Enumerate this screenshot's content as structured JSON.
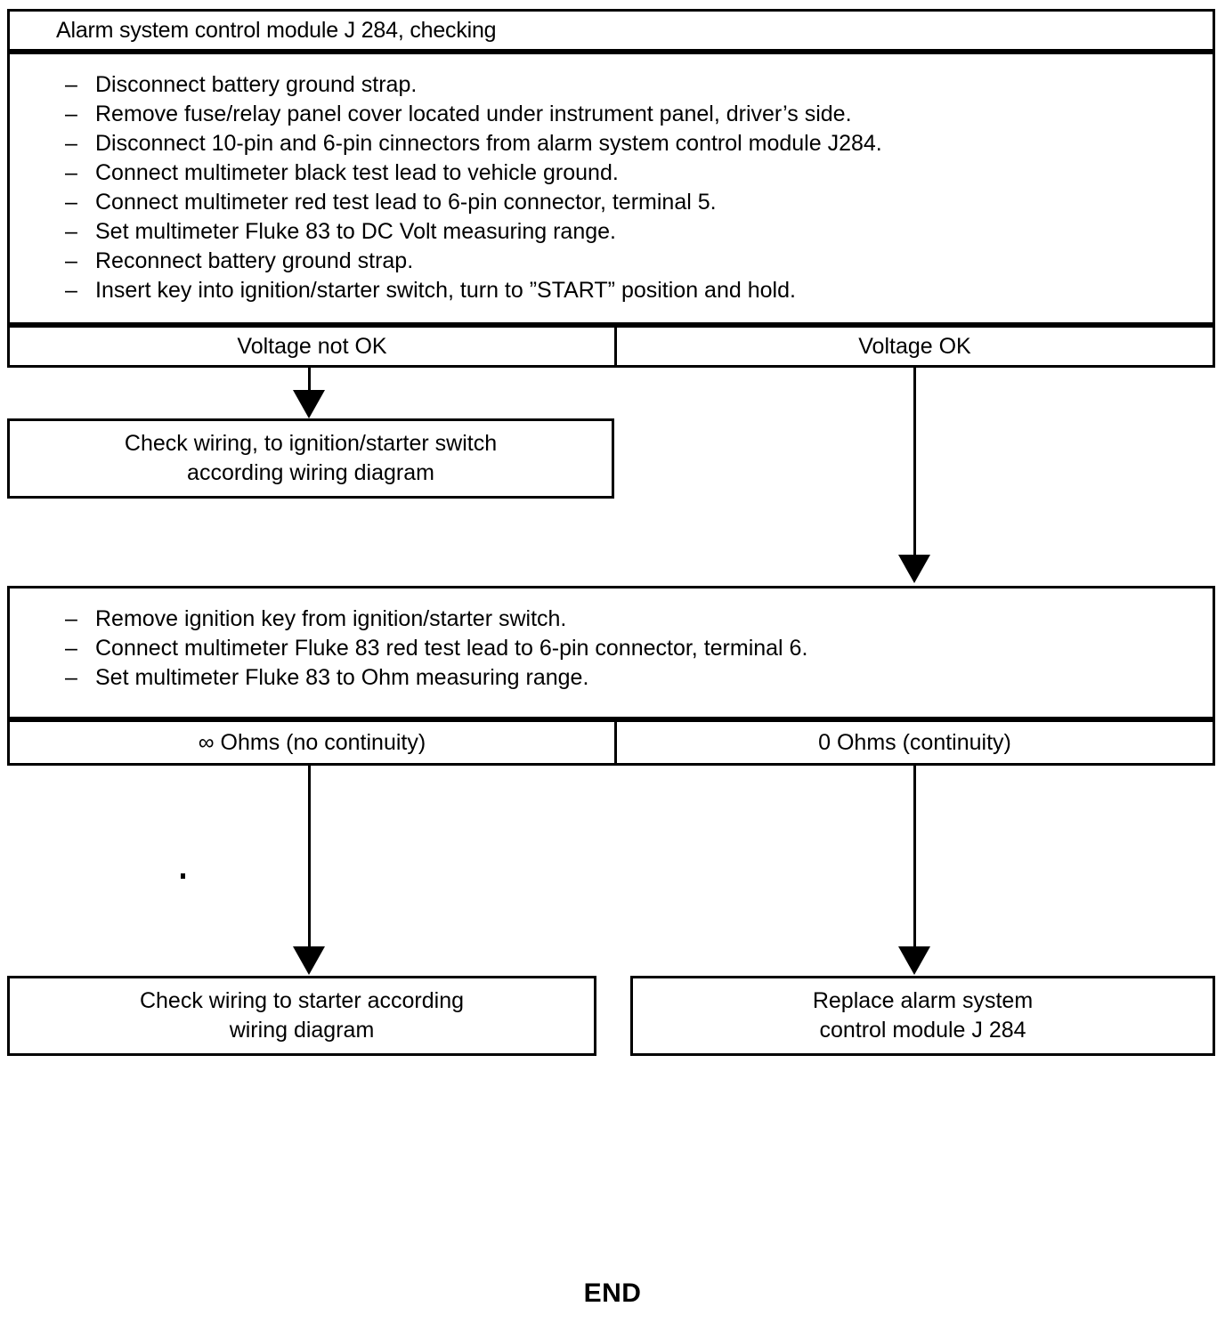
{
  "flowchart": {
    "title": "Alarm system control module J 284, checking",
    "end_label": "END",
    "procedure_1": {
      "steps": [
        "Disconnect battery ground strap.",
        "Remove fuse/relay panel cover located under instrument panel, driver’s side.",
        "Disconnect 10-pin and 6-pin cinnectors from alarm system control module J284.",
        "Connect multimeter black test lead to vehicle ground.",
        "Connect multimeter red test lead to 6-pin connector, terminal 5.",
        "Set multimeter Fluke 83 to DC Volt measuring range.",
        "Reconnect battery ground strap.",
        "Insert key into ignition/starter switch, turn to ”START” position and hold."
      ],
      "dash": "–"
    },
    "decision_1": {
      "left": "Voltage not OK",
      "right": "Voltage OK"
    },
    "outcome_voltage_not_ok": "Check wiring, to ignition/starter switch according wiring diagram",
    "outcome_voltage_not_ok_line1": "Check wiring, to ignition/starter switch",
    "outcome_voltage_not_ok_line2": "according wiring diagram",
    "procedure_2": {
      "steps": [
        "Remove ignition key from ignition/starter switch.",
        "Connect multimeter Fluke 83 red test lead to 6-pin connector, terminal 6.",
        "Set multimeter Fluke 83 to Ohm measuring range."
      ],
      "dash": "–"
    },
    "decision_2": {
      "left": "∞ Ohms (no continuity)",
      "right": "0 Ohms (continuity)"
    },
    "outcome_no_continuity_line1": "Check wiring to starter according",
    "outcome_no_continuity_line2": "wiring diagram",
    "outcome_continuity_line1": "Replace alarm system",
    "outcome_continuity_line2": "control module J 284",
    "colors": {
      "line": "#000000",
      "background": "#ffffff"
    }
  }
}
